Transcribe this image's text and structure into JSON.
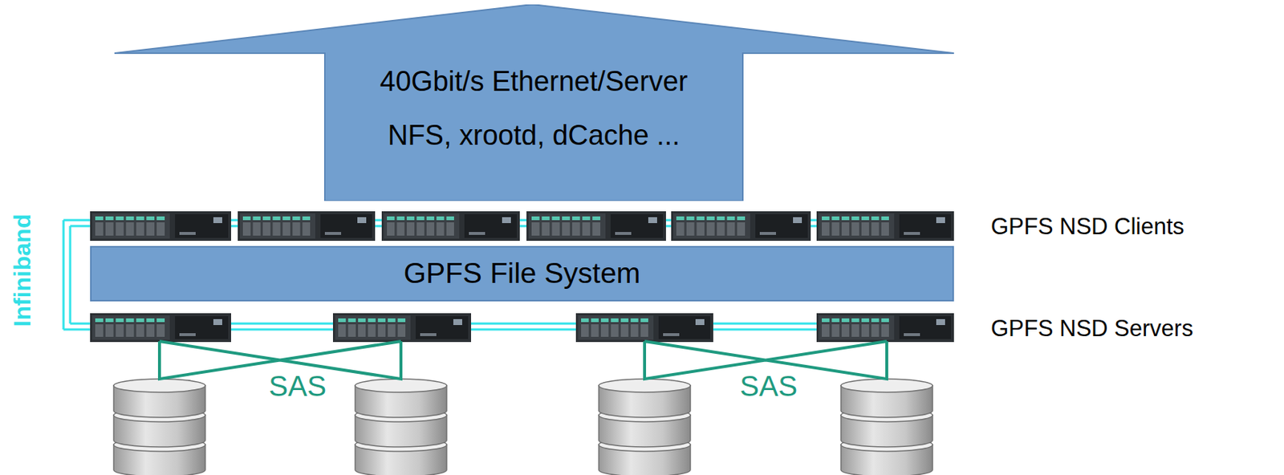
{
  "diagram": {
    "nodes": [
      {
        "text": [
          "40Gbit/s Ethernet/Server",
          "NFS, xrootd, dCache ..."
        ]
      },
      {
        "text": [
          "GPFS File System"
        ]
      }
    ],
    "labels": [
      "Infiniband",
      "GPFS NSD Clients",
      "GPFS NSD Servers",
      "SAS",
      "SAS"
    ]
  }
}
